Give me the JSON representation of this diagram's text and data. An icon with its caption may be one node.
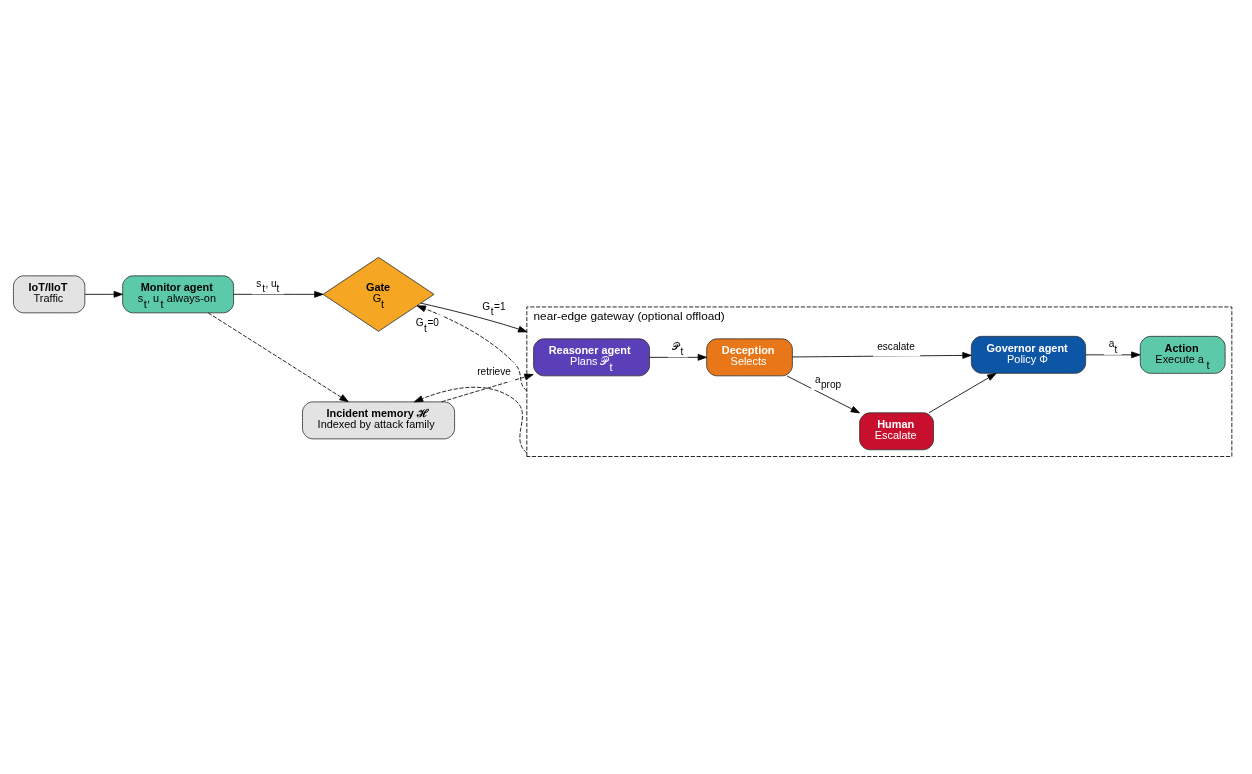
{
  "diagram": {
    "nodes": [
      {
        "text": [
          "IoT/IIoT",
          "Traffic"
        ]
      },
      {
        "text": [
          "Monitor agent",
          "s$_{t}$, u$_{t}$ always-on"
        ]
      },
      {
        "text": [
          "Gate",
          "G$_{t}$"
        ]
      },
      {
        "text": [
          "near-edge gateway (optional offload)"
        ]
      },
      {
        "text": [
          "Reasoner agent",
          "Plans 𝒫$_{t}$"
        ],
        "in": 3
      },
      {
        "text": [
          "Deception",
          "Selects"
        ],
        "in": 3
      },
      {
        "text": [
          "Human",
          "Escalate"
        ],
        "in": 3
      },
      {
        "text": [
          "Governor agent",
          "Policy Φ"
        ],
        "in": 3
      },
      {
        "text": [
          "Action",
          "Execute a$_{t}$"
        ],
        "in": 3
      },
      {
        "text": [
          "Incident memory ℋ",
          "Indexed by attack family"
        ]
      }
    ],
    "edges": [
      {
        "from": 0,
        "to": 1,
        "arrow": "to"
      },
      {
        "from": 1,
        "to": 2,
        "arrow": "to",
        "label": "s$_{t}$, u$_{t}$"
      },
      {
        "from": 2,
        "to": 3,
        "arrow": "to",
        "label": "G$_{t}$=1"
      },
      {
        "from": 4,
        "to": 5,
        "arrow": "to",
        "label": "𝒫$_{t}$"
      },
      {
        "from": 5,
        "to": 6,
        "arrow": "to",
        "label": "a$_{prop}$"
      },
      {
        "from": 5,
        "to": 7,
        "arrow": "to",
        "label": "escalate"
      },
      {
        "from": 6,
        "to": 7,
        "arrow": "to"
      },
      {
        "from": 7,
        "to": 8,
        "arrow": "to",
        "label": "a$_{t}$"
      },
      {
        "from": 3,
        "to": 2,
        "arrow": "to",
        "label": "G$_{t}$=0",
        "style": "dashed"
      },
      {
        "from": 1,
        "to": 9,
        "arrow": "to",
        "style": "dashed"
      },
      {
        "from": 3,
        "to": 9,
        "arrow": "to",
        "style": "dashed"
      },
      {
        "from": 9,
        "to": 4,
        "arrow": "to",
        "label": "retrieve",
        "style": "dashed"
      }
    ]
  }
}
